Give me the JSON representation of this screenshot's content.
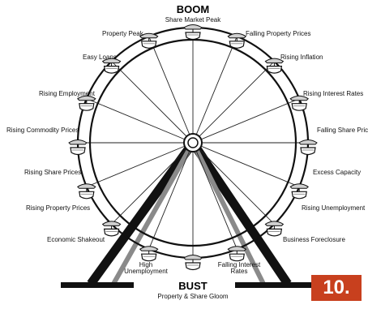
{
  "top": {
    "title": "BOOM",
    "subtitle": "Share Market Peak"
  },
  "bottom": {
    "title": "BUST",
    "subtitle": "Property & Share Gloom"
  },
  "badge": "10.",
  "labels": {
    "property_peak": "Property Peak",
    "falling_property_prices": "Falling Property Prices",
    "easy_loans": "Easy Loans",
    "rising_inflation": "Rising Inflation",
    "rising_employment": "Rising Employment",
    "rising_interest_rates": "Rising Interest Rates",
    "rising_commodity_prices": "Rising Commodity Prices",
    "falling_share_prices": "Falling Share Prices",
    "rising_share_prices": "Rising Share Prices",
    "excess_capacity": "Excess Capacity",
    "rising_property_prices": "Rising Property Prices",
    "rising_unemployment": "Rising Unemployment",
    "economic_shakeout": "Economic Shakeout",
    "business_foreclosure": "Business Foreclosure",
    "high_unemployment_1": "High",
    "high_unemployment_2": "Unemployment",
    "falling_interest_rates_1": "Falling Interest",
    "falling_interest_rates_2": "Rates"
  }
}
